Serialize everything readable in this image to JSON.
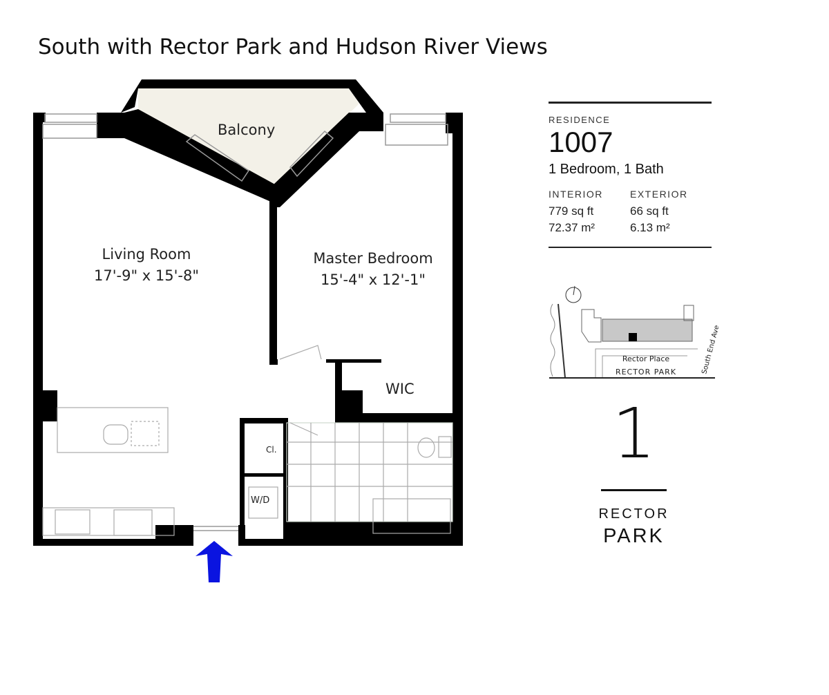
{
  "title": "South with Rector Park and Hudson River Views",
  "plan": {
    "balcony": "Balcony",
    "living_room": {
      "name": "Living Room",
      "dims": "17'-9\" x 15'-8\""
    },
    "master_bedroom": {
      "name": "Master Bedroom",
      "dims": "15'-4\" x 12'-1\""
    },
    "wic": "WIC",
    "closet": "Cl.",
    "washer_dryer": "W/D"
  },
  "residence": {
    "label": "RESIDENCE",
    "number": "1007",
    "type": "1 Bedroom, 1 Bath",
    "interior_label": "INTERIOR",
    "interior_sqft": "779 sq ft",
    "interior_m2": "72.37 m²",
    "exterior_label": "EXTERIOR",
    "exterior_sqft": "66 sq ft",
    "exterior_m2": "6.13 m²"
  },
  "site_map": {
    "street1": "Rector Place",
    "park": "RECTOR PARK",
    "street2": "South End Ave."
  },
  "logo": {
    "numeral": "1",
    "line1": "RECTOR",
    "line2": "PARK"
  },
  "colors": {
    "wall": "#000000",
    "entry_arrow": "#0a14e0",
    "site_building": "#c8c8c8"
  }
}
